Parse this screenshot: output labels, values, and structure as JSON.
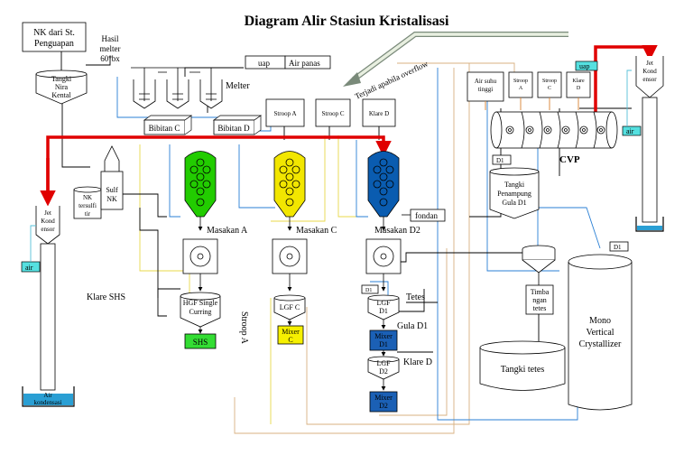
{
  "title": "Diagram Alir Stasiun Kristalisasi",
  "labels": {
    "nk_dari_st_1": "NK dari St.",
    "nk_dari_st_2": "Penguapan",
    "hasil_melter_1": "Hasil",
    "hasil_melter_2": "melter",
    "hasil_melter_3": "60°bx",
    "tangki_nira_1": "Tangki",
    "tangki_nira_2": "Nira",
    "tangki_nira_3": "Kental",
    "uap_top": "uap",
    "air_panas": "Air panas",
    "melter": "Melter",
    "overflow": "Terjadi apabila overflow",
    "bibitan_c": "Bibitan C",
    "bibitan_d": "Bibitan D",
    "stroop_a_top": "Stroop A",
    "stroop_c_top": "Stroop C",
    "klare_d_top": "Klare D",
    "air_suhu_1": "Air suhu",
    "air_suhu_2": "tinggi",
    "cvp_stroop_a_1": "Stroop",
    "cvp_stroop_a_2": "A",
    "cvp_stroop_c_1": "Stroop",
    "cvp_stroop_c_2": "C",
    "cvp_klare_d_1": "Klare",
    "cvp_klare_d_2": "D",
    "uap_cvp": "uap",
    "cvp": "CVP",
    "air_cvp": "air",
    "d1_cvp": "D1",
    "tangki_penampung_1": "Tangki",
    "tangki_penampung_2": "Penampung",
    "tangki_penampung_3": "Gula D1",
    "jet_kond_right_1": "Jet",
    "jet_kond_right_2": "Kond",
    "jet_kond_right_3": "ensor",
    "jet_kond_left_1": "Jet",
    "jet_kond_left_2": "Kond",
    "jet_kond_left_3": "ensor",
    "air_left": "air",
    "air_kondensasi_1": "Air",
    "air_kondensasi_2": "kondensasi",
    "nk_tersulfitir_1": "NK",
    "nk_tersulfitir_2": "tersulfi",
    "nk_tersulfitir_3": "tir",
    "sulf_nk_1": "Sulf",
    "sulf_nk_2": "NK",
    "masakan_a": "Masakan A",
    "masakan_c": "Masakan C",
    "masakan_d2": "Masakan D2",
    "fondan": "fondan",
    "klare_shs": "Klare SHS",
    "hgf_1": "HGF Single",
    "hgf_2": "Curring",
    "shs": "SHS",
    "stroop_a_side": "Stroop A",
    "lgf_c": "LGF C",
    "mixer_c_1": "Mixer",
    "mixer_c_2": "C",
    "d1_small": "D1",
    "tetes": "Tetes",
    "lgf_d1_1": "LGF",
    "lgf_d1_2": "D1",
    "gula_d1": "Gula D1",
    "mixer_d1_1": "Mixer",
    "mixer_d1_2": "D1",
    "lgf_d2_1": "LGF",
    "lgf_d2_2": "D2",
    "klare_d_side": "Klare D",
    "mixer_d2_1": "Mixer",
    "mixer_d2_2": "D2",
    "d1_mono": "D1",
    "timbangan_1": "Timba",
    "timbangan_2": "ngan",
    "timbangan_3": "tetes",
    "tangki_tetes": "Tangki tetes",
    "mono_1": "Mono",
    "mono_2": "Vertical",
    "mono_3": "Crystallizer"
  },
  "colors": {
    "steam_line": "#e00000",
    "pan_a": "#22cc00",
    "pan_c": "#f2e600",
    "pan_d": "#0a5cb0",
    "shs_box": "#33dd33",
    "mixer_c": "#f6f000",
    "mixer_d": "#1b60b5",
    "blue_line": "#2a7fd4",
    "yellow_line": "#e8d84a",
    "tan_line": "#d8b080",
    "cyan_box": "#55e0e0"
  }
}
